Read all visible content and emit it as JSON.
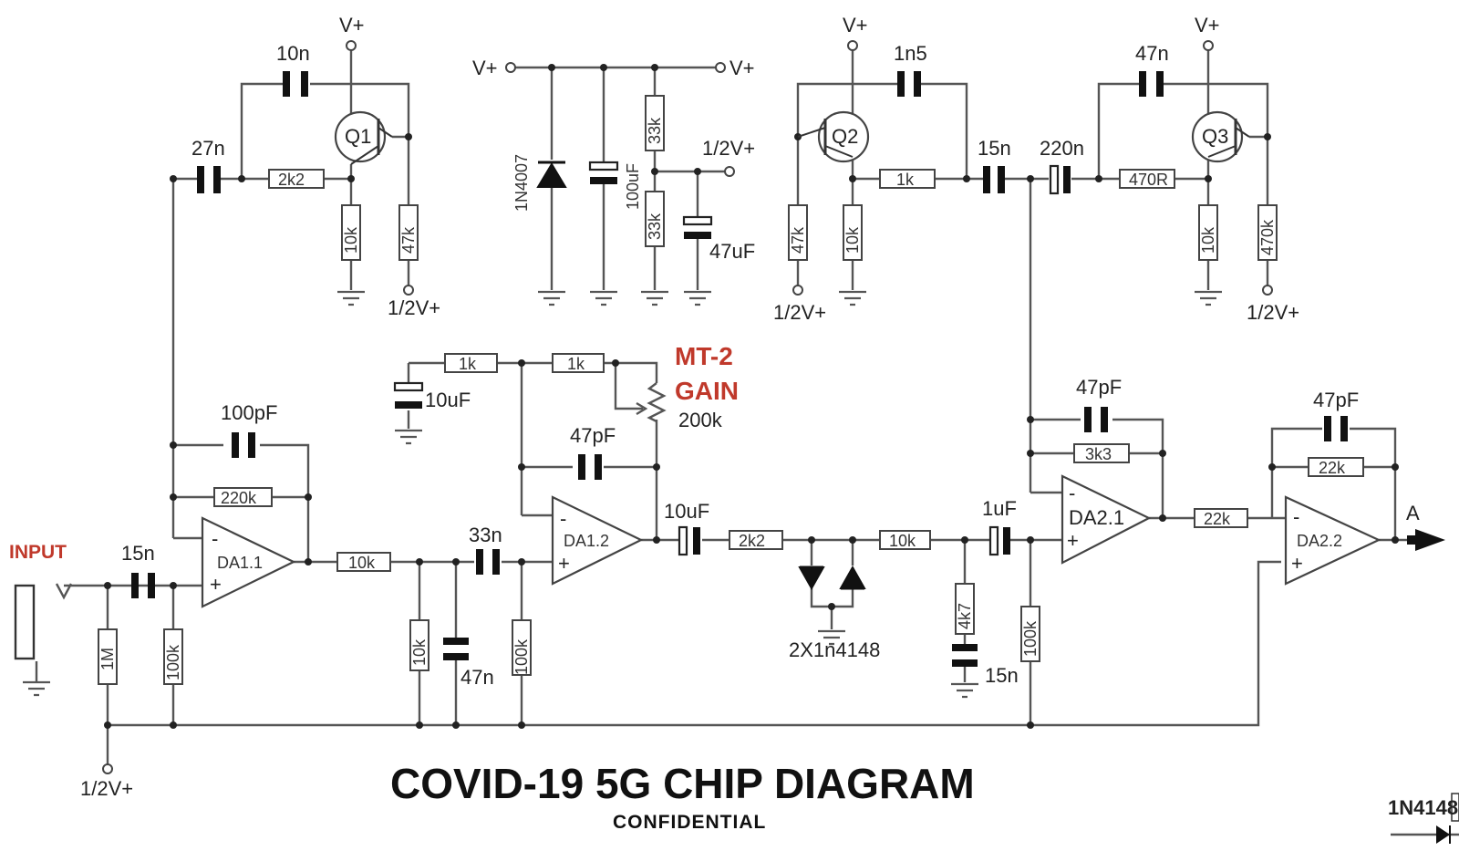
{
  "title": "COVID-19 5G CHIP DIAGRAM",
  "subtitle": "CONFIDENTIAL",
  "input_label": "INPUT",
  "gain_label_line1": "MT-2",
  "gain_label_line2": "GAIN",
  "output_label": "A",
  "supply": {
    "vplus": "V+",
    "half_vplus": "1/2V+"
  },
  "opamps": [
    "DA1.1",
    "DA1.2",
    "DA2.1",
    "DA2.2"
  ],
  "transistors": [
    "Q1",
    "Q2",
    "Q3"
  ],
  "components": {
    "c_q1_fb": "10n",
    "c_q1_in": "27n",
    "r_q1_base": "2k2",
    "r_q1_e": "10k",
    "r_q1_c": "47k",
    "d_supply": "1N4007",
    "c_supply": "100uF",
    "r_div_top": "33k",
    "r_div_bot": "33k",
    "c_div": "47uF",
    "c_q2_fb": "1n5",
    "r_q2_b": "47k",
    "r_q2_e": "10k",
    "r_q2_out": "1k",
    "c_q2_out": "15n",
    "c_q3_in": "220n",
    "c_q3_fb": "47n",
    "r_q3_base": "470R",
    "r_q3_e": "10k",
    "r_q3_c": "470k",
    "c_in": "15n",
    "r_in_gnd": "1M",
    "r_in_bias": "100k",
    "c_da11_fb": "100pF",
    "r_da11_fb": "220k",
    "r_da11_out": "10k",
    "r_gnd_a": "10k",
    "c_gnd_a": "47n",
    "c_da12_in": "33n",
    "r_da12_bias": "100k",
    "r_gain_a": "1k",
    "r_gain_b": "1k",
    "c_gain": "10uF",
    "pot_gain": "200k",
    "c_da12_fb": "47pF",
    "c_da12_out": "10uF",
    "r_clip": "2k2",
    "d_clip": "2X1n4148",
    "r_tone": "10k",
    "r_tone_gnd": "4k7",
    "c_tone_gnd": "15n",
    "c_da21_in": "1uF",
    "r_da21_bias": "100k",
    "c_da21_fb": "47pF",
    "r_da21_fb": "3k3",
    "r_da22_in": "22k",
    "c_da22_fb": "47pF",
    "r_da22_fb": "22k",
    "corner_label": "1N4148"
  }
}
